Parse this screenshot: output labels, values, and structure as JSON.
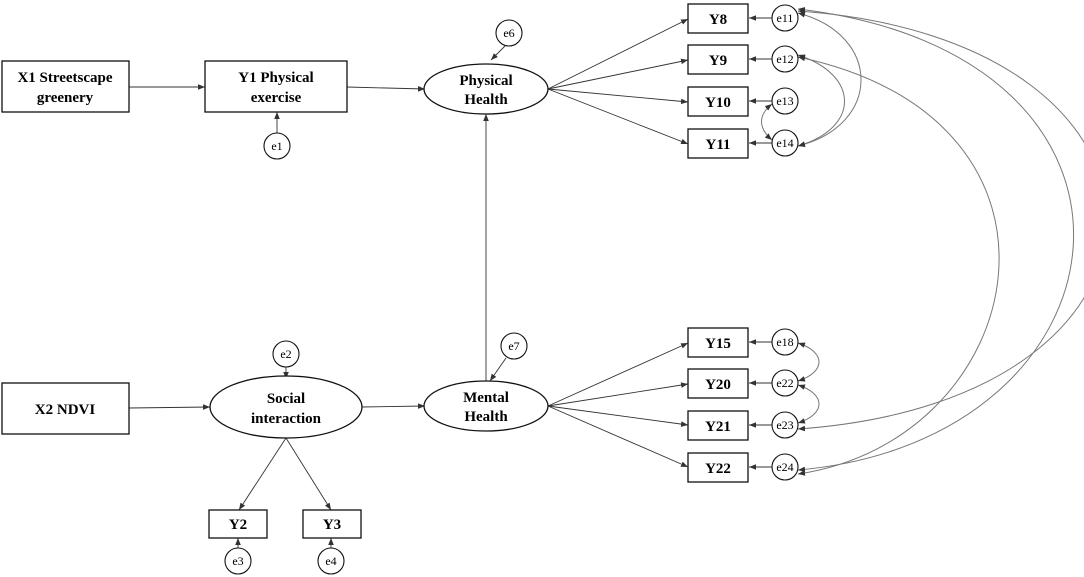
{
  "nodes": {
    "x1": {
      "line1": "X1 Streetscape",
      "line2": "greenery"
    },
    "y1": {
      "line1": "Y1 Physical",
      "line2": "exercise"
    },
    "physical_health": {
      "line1": "Physical",
      "line2": "Health"
    },
    "x2": {
      "label": "X2 NDVI"
    },
    "social_interaction": {
      "line1": "Social",
      "line2": "interaction"
    },
    "mental_health": {
      "line1": "Mental",
      "line2": "Health"
    },
    "y2": {
      "label": "Y2"
    },
    "y3": {
      "label": "Y3"
    },
    "y8": {
      "label": "Y8"
    },
    "y9": {
      "label": "Y9"
    },
    "y10": {
      "label": "Y10"
    },
    "y11": {
      "label": "Y11"
    },
    "y15": {
      "label": "Y15"
    },
    "y20": {
      "label": "Y20"
    },
    "y21": {
      "label": "Y21"
    },
    "y22": {
      "label": "Y22"
    }
  },
  "errors": {
    "e1": "e1",
    "e2": "e2",
    "e3": "e3",
    "e4": "e4",
    "e6": "e6",
    "e7": "e7",
    "e11": "e11",
    "e12": "e12",
    "e13": "e13",
    "e14": "e14",
    "e18": "e18",
    "e22": "e22",
    "e23": "e23",
    "e24": "e24"
  }
}
